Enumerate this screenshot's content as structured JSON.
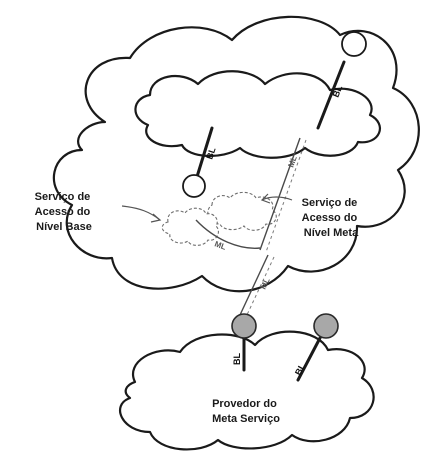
{
  "labels": {
    "base_service": [
      "Serviço de",
      "Acesso do",
      "Nível Base"
    ],
    "meta_service": [
      "Serviço de",
      "Acesso do",
      "Nível Meta"
    ],
    "provider": [
      "Provedor do",
      "Meta Serviço"
    ]
  },
  "link_tags": {
    "bl": "BL",
    "ml": "ML"
  }
}
